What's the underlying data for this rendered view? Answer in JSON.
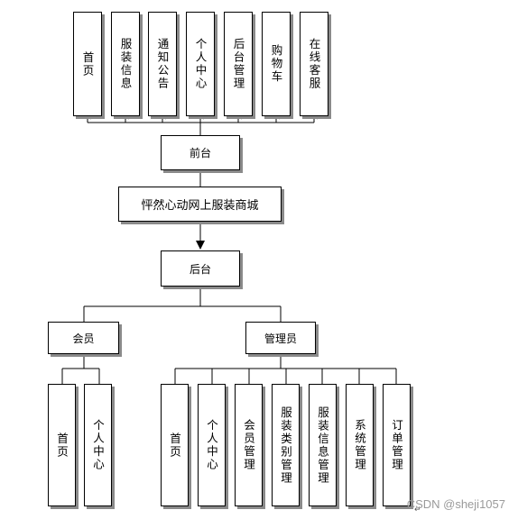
{
  "diagram": {
    "root": "怦然心动网上服装商城",
    "frontend": {
      "label": "前台",
      "modules": [
        "首页",
        "服装信息",
        "通知公告",
        "个人中心",
        "后台管理",
        "购物车",
        "在线客服"
      ]
    },
    "backend": {
      "label": "后台",
      "member": {
        "label": "会员",
        "modules": [
          "首页",
          "个人中心"
        ]
      },
      "admin": {
        "label": "管理员",
        "modules": [
          "首页",
          "个人中心",
          "会员管理",
          "服装类别管理",
          "服装信息管理",
          "系统管理",
          "订单管理"
        ]
      }
    }
  },
  "watermark": "CSDN @sheji1057"
}
